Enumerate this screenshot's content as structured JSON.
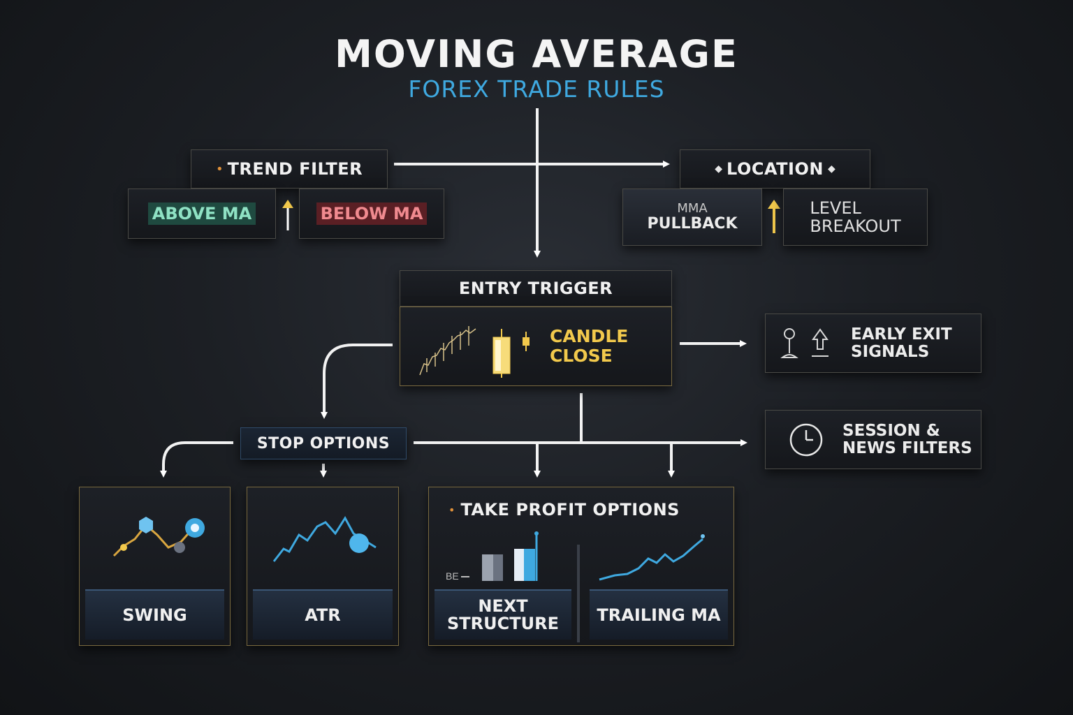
{
  "header": {
    "title": "MOVING AVERAGE",
    "subtitle": "FOREX TRADE RULES"
  },
  "trend_filter": {
    "label": "TREND FILTER",
    "above": "ABOVE MA",
    "below": "BELOW MA"
  },
  "location": {
    "label": "LOCATION",
    "pullback_top": "MMA",
    "pullback": "PULLBACK",
    "level_line1": "LEVEL",
    "level_line2": "BREAKOUT"
  },
  "entry": {
    "label": "ENTRY TRIGGER",
    "candle_line1": "CANDLE",
    "candle_line2": "CLOSE"
  },
  "early_exit": {
    "line1": "EARLY EXIT",
    "line2": "SIGNALS"
  },
  "session": {
    "line1": "SESSION &",
    "line2": "NEWS FILTERS"
  },
  "stop": {
    "label": "STOP OPTIONS",
    "swing": "SWING",
    "atr": "ATR"
  },
  "take_profit": {
    "label": "TAKE PROFIT OPTIONS",
    "next_line1": "NEXT",
    "next_line2": "STRUCTURE",
    "trailing": "TRAILING MA",
    "chart_tag": "BE"
  },
  "colors": {
    "accent_blue": "#3fa9e0",
    "gold": "#f2c94c",
    "green": "#8fe2c4",
    "red": "#f08a8f"
  }
}
